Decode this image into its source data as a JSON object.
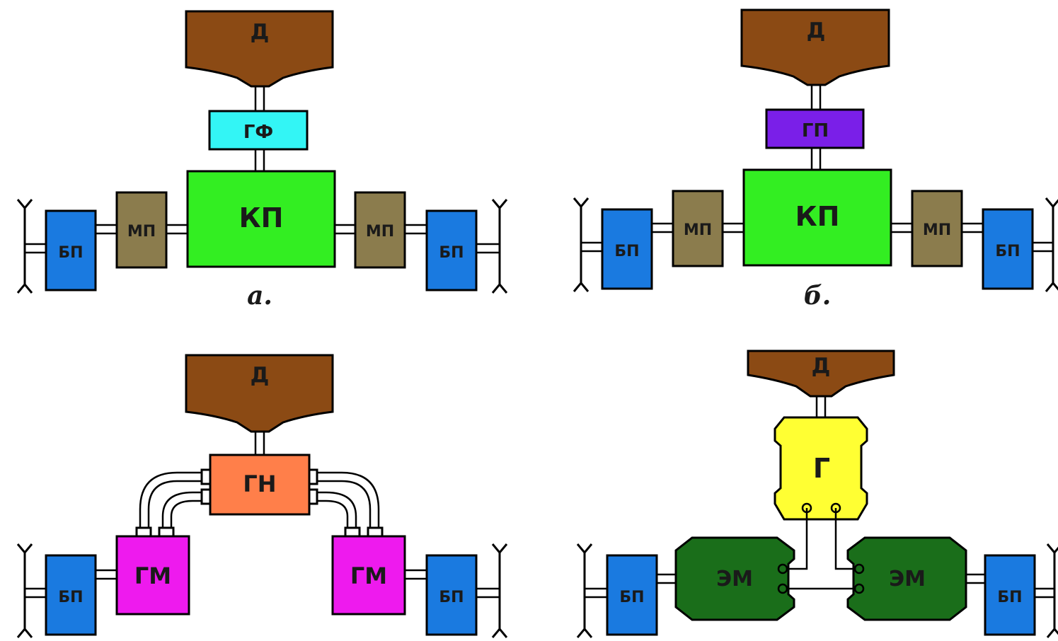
{
  "colors": {
    "engine": "#8b4a14",
    "hydro_coupling": "#33f5f5",
    "hydro_transformer": "#7a1fe8",
    "gearbox": "#33ee22",
    "final_drive": "#8b7c4d",
    "wheel_reducer": "#1a7ae0",
    "hydro_pump": "#ff7f4a",
    "hydro_motor": "#ee1aee",
    "generator": "#ffff33",
    "electric_motor": "#1a6e1a"
  },
  "panels": {
    "a": {
      "engine": "Д",
      "coupling": "ГФ",
      "gearbox": "КП",
      "final_drive_left": "МП",
      "final_drive_right": "МП",
      "wheel_reducer_left": "БП",
      "wheel_reducer_right": "БП",
      "caption": "а."
    },
    "b": {
      "engine": "Д",
      "coupling": "ГП",
      "gearbox": "КП",
      "final_drive_left": "МП",
      "final_drive_right": "МП",
      "wheel_reducer_left": "БП",
      "wheel_reducer_right": "БП",
      "caption": "б."
    },
    "c": {
      "engine": "Д",
      "pump": "ГН",
      "motor_left": "ГМ",
      "motor_right": "ГМ",
      "wheel_reducer_left": "БП",
      "wheel_reducer_right": "БП"
    },
    "d": {
      "engine": "Д",
      "generator": "Г",
      "emotor_left": "ЭМ",
      "emotor_right": "ЭМ",
      "wheel_reducer_left": "БП",
      "wheel_reducer_right": "БП"
    }
  }
}
